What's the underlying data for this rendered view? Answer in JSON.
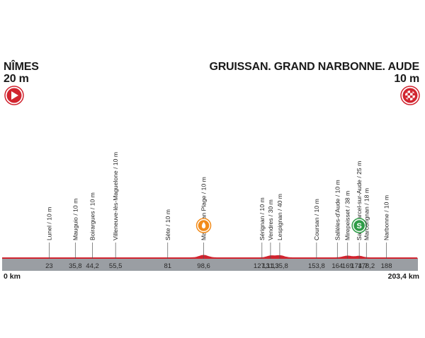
{
  "start": {
    "name": "NÎMES",
    "altitude": "20 m",
    "icon": "start-play-icon"
  },
  "finish": {
    "name": "GRUISSAN. GRAND NARBONNE. AUDE",
    "altitude": "10 m",
    "icon": "finish-checkered-icon"
  },
  "axis": {
    "start_label": "0 km",
    "end_label": "203,4 km"
  },
  "colors": {
    "route": "#d1242f",
    "base_band": "#9a9ea3",
    "intermediate_sprint": "#f28c1b",
    "sprint": "#2e9c47"
  },
  "total_km": 203.4,
  "points": [
    {
      "label": "Lunel / 10 m",
      "km": 23,
      "km_label": "23"
    },
    {
      "label": "Mauguio / 10 m",
      "km": 35.8,
      "km_label": "35,8"
    },
    {
      "label": "Boirargues / 10 m",
      "km": 44.2,
      "km_label": "44,2"
    },
    {
      "label": "Villeneuve-lès-Maguelone / 10 m",
      "km": 55.5,
      "km_label": "55,5"
    },
    {
      "label": "Sète / 10 m",
      "km": 81,
      "km_label": "81"
    },
    {
      "label": "Marseillan Plage / 10 m",
      "km": 98.6,
      "km_label": "98,6",
      "marker": "intermediate-sprint-icon"
    },
    {
      "label": "Sérignan / 10 m",
      "km": 127.1,
      "km_label": "127,1"
    },
    {
      "label": "Vendres / 30 m",
      "km": 131.3,
      "km_label": "131,3"
    },
    {
      "label": "Lespignan / 40 m",
      "km": 135.8,
      "km_label": "135,8"
    },
    {
      "label": "Coursan / 10 m",
      "km": 153.8,
      "km_label": "153,8"
    },
    {
      "label": "Sallèles-d'Aude / 10 m",
      "km": 164,
      "km_label": "164"
    },
    {
      "label": "Mirepeisset / 38 m",
      "km": 169,
      "km_label": "169"
    },
    {
      "label": "Saint-Marcel-sur-Aude / 25 m",
      "km": 174.7,
      "km_label": "174,7",
      "marker": "sprint-icon",
      "marker_text": "S"
    },
    {
      "label": "Marcorignan / 18 m",
      "km": 178.2,
      "km_label": "178,2"
    },
    {
      "label": "Narbonne / 10 m",
      "km": 188,
      "km_label": "188"
    }
  ]
}
